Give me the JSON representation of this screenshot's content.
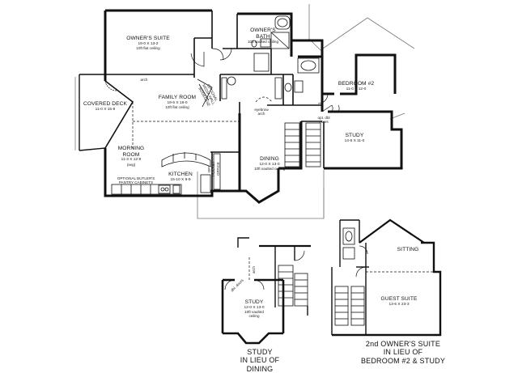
{
  "main_floor": {
    "owners_suite": {
      "name": "OWNER'S SUITE",
      "dims": "19-0 X 13-2",
      "ceiling": "10ft flat ceiling"
    },
    "owners_bath": {
      "name_line1": "OWNER'S",
      "name_line2": "BATH",
      "ceiling": "10ft vaulted ceiling"
    },
    "family_room": {
      "name": "FAMILY ROOM",
      "dims": "19-6 X 18-0",
      "ceiling": "10ft flat ceiling"
    },
    "covered_deck": {
      "name": "COVERED DECK",
      "dims": "11-0 X 15-8"
    },
    "bedroom2": {
      "name": "BEDROOM #2",
      "dims": "11-0 X 12-0"
    },
    "study": {
      "name": "STUDY",
      "dims": "14-6 X 11-0"
    },
    "morning_room": {
      "name_line1": "MORNING",
      "name_line2": "ROOM",
      "dims": "11-3 X 12-9",
      "note": "(avg)"
    },
    "kitchen": {
      "name": "KITCHEN",
      "dims": "15-10 X 9-9"
    },
    "dining": {
      "name": "DINING",
      "dims": "12-0 X 13-0",
      "ceiling": "10ft vaulted ceiling"
    },
    "pantry": {
      "line1": "OPTIONAL BUTLER'S",
      "line2": "PANTRY CABINETS"
    },
    "arch_label": "arch",
    "office_line1": "OPT",
    "office_line2": "POCKET",
    "office_line3": "OFFICE",
    "media_line1": "OPTIONAL",
    "media_line2": "MEDIA WALL",
    "media_line3": "BOOKCASE",
    "eyebrow_line1": "eyebrow",
    "eyebrow_line2": "arch",
    "doors_line1": "opt. dbl",
    "doors_line2": "doors"
  },
  "alt_study": {
    "name": "STUDY",
    "dims": "12-0 X 13-0",
    "ceiling_line1": "10ft vaulted",
    "ceiling_line2": "ceiling",
    "doors_label": "dbl. doors",
    "arch_label": "arch",
    "caption_line1": "STUDY",
    "caption_line2": "IN LIEU OF",
    "caption_line3": "DINING"
  },
  "alt_suite": {
    "sitting": "SITTING",
    "guest_name": "GUEST SUITE",
    "guest_dims": "13-6 X 23-3",
    "caption_line1": "2nd OWNER'S SUITE",
    "caption_line2": "IN LIEU OF",
    "caption_line3": "BEDROOM #2 & STUDY"
  }
}
